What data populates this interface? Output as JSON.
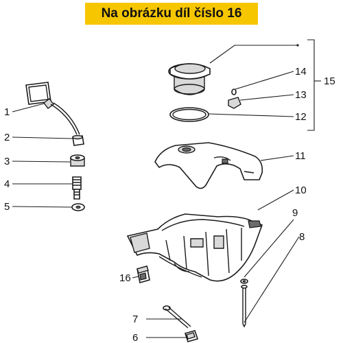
{
  "header": {
    "title": "Na obrázku díl číslo 16"
  },
  "callouts": {
    "c1": "1",
    "c2": "2",
    "c3": "3",
    "c4": "4",
    "c5": "5",
    "c6": "6",
    "c7": "7",
    "c8": "8",
    "c9": "9",
    "c10": "10",
    "c11": "11",
    "c12": "12",
    "c13": "13",
    "c14": "14",
    "c15": "15",
    "c16": "16"
  },
  "colors": {
    "banner": "#f6c600",
    "ink": "#111111"
  }
}
